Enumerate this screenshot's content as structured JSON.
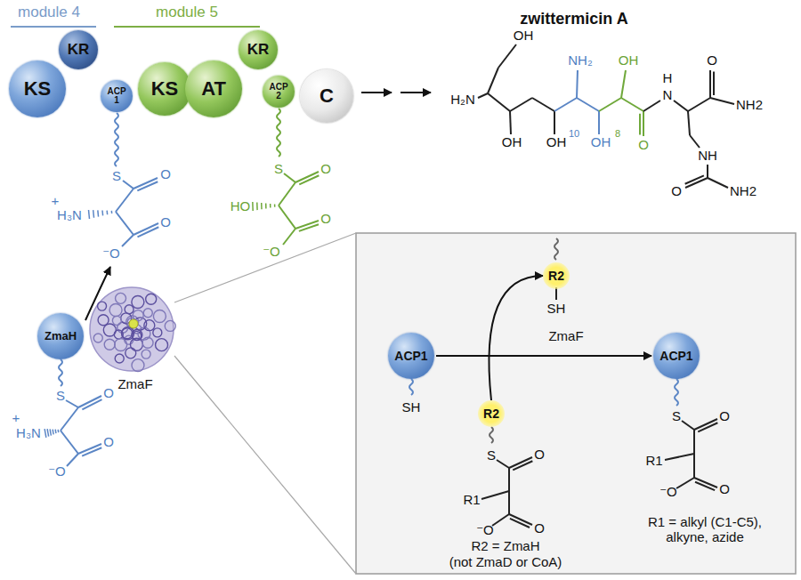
{
  "diagram": {
    "nodes": [
      {
        "text": [
          "KS"
        ]
      },
      {
        "text": [
          "KR"
        ]
      },
      {
        "text": [
          "ACP 1"
        ]
      },
      {
        "text": [
          "KS"
        ]
      },
      {
        "text": [
          "AT"
        ]
      },
      {
        "text": [
          "KR"
        ]
      },
      {
        "text": [
          "ACP 2"
        ]
      },
      {
        "text": [
          "C"
        ]
      },
      {
        "text": [
          "ZmaH"
        ]
      },
      {
        "text": [
          "ACP1"
        ]
      },
      {
        "text": [
          "ACP1"
        ]
      },
      {
        "text": [
          "R2"
        ]
      },
      {
        "text": [
          "R2"
        ]
      }
    ],
    "edges": [
      {
        "from": 9,
        "to": 10,
        "arrow": "to",
        "label": "ZmaF"
      },
      {
        "from": 12,
        "to": 11,
        "arrow": "to"
      }
    ],
    "labels": [
      "module 4",
      "module 5",
      "zwittermicin A",
      "OH",
      "H₂N",
      "NH₂",
      "OH",
      "OH",
      "OH",
      "10",
      "OH",
      "8",
      "O",
      "H",
      "N",
      "O",
      "NH2",
      "NH",
      "O",
      "NH2",
      "S",
      "O",
      "+",
      "H₃N",
      "O",
      "⁻O",
      "S",
      "O",
      "HO",
      "O",
      "⁻O",
      "S",
      "O",
      "+",
      "H₃N",
      "O",
      "⁻O",
      "ZmaF",
      "SH",
      "SH",
      "S",
      "O",
      "R1",
      "O",
      "⁻O",
      "R2 = ZmaH",
      "(not ZmaD or CoA)",
      "S",
      "O",
      "R1",
      "O",
      "⁻O",
      "R1 = alkyl (C1-C5), alkyne, azide"
    ]
  }
}
